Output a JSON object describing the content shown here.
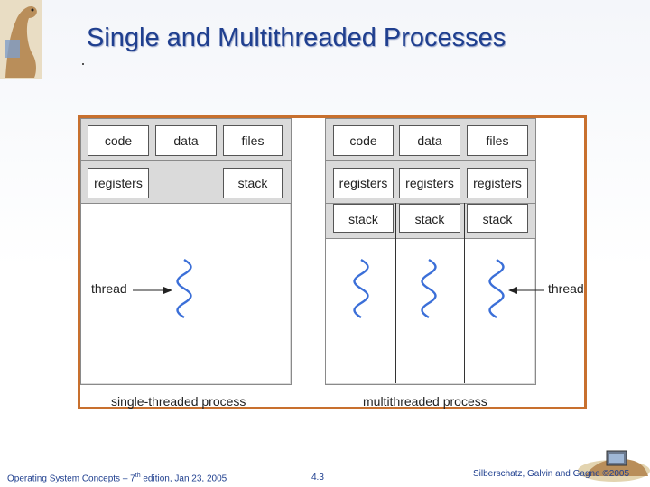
{
  "slide": {
    "title": "Single and Multithreaded Processes"
  },
  "single": {
    "code": "code",
    "data": "data",
    "files": "files",
    "registers": "registers",
    "stack": "stack",
    "thread_label": "thread",
    "caption": "single-threaded process"
  },
  "multi": {
    "code": "code",
    "data": "data",
    "files": "files",
    "registers": [
      "registers",
      "registers",
      "registers"
    ],
    "stacks": [
      "stack",
      "stack",
      "stack"
    ],
    "thread_label": "thread",
    "caption": "multithreaded process"
  },
  "colors": {
    "border": "#c8702e",
    "thread": "#3b6fd8",
    "title": "#1f3f8f"
  },
  "icons": {
    "thread": "squiggle-thread-icon",
    "arrow": "arrow-right-icon"
  },
  "footer": {
    "left_pre": "Operating System Concepts – 7",
    "left_sup": "th",
    "left_post": " edition, Jan 23, 2005",
    "page": "4.3",
    "right": "Silberschatz, Galvin and Gagne ©2005"
  }
}
